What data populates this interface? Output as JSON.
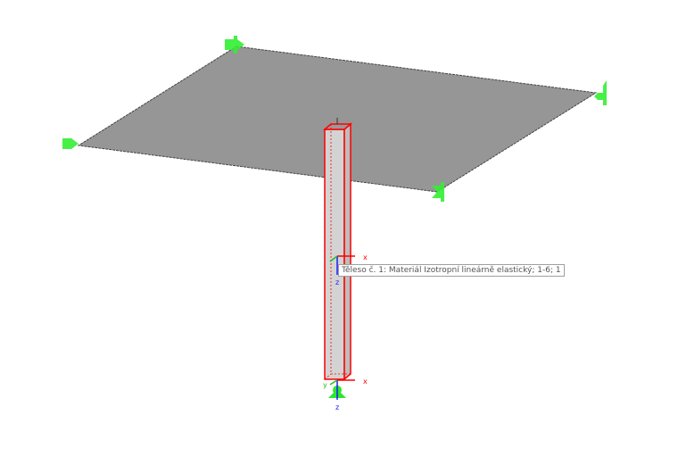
{
  "tooltip": {
    "text": "Těleso č. 1: Materiál Izotropní lineárně elastický; 1-6; 1"
  },
  "axes": {
    "x": "x",
    "y": "y",
    "z": "z"
  },
  "colors": {
    "plate": "#969696",
    "solid": "#d3d3d3",
    "selection": "#ff0000",
    "support": "#2ee62e",
    "x_axis": "#ff0000",
    "y_axis": "#22bb22",
    "z_axis": "#1a1aff"
  }
}
